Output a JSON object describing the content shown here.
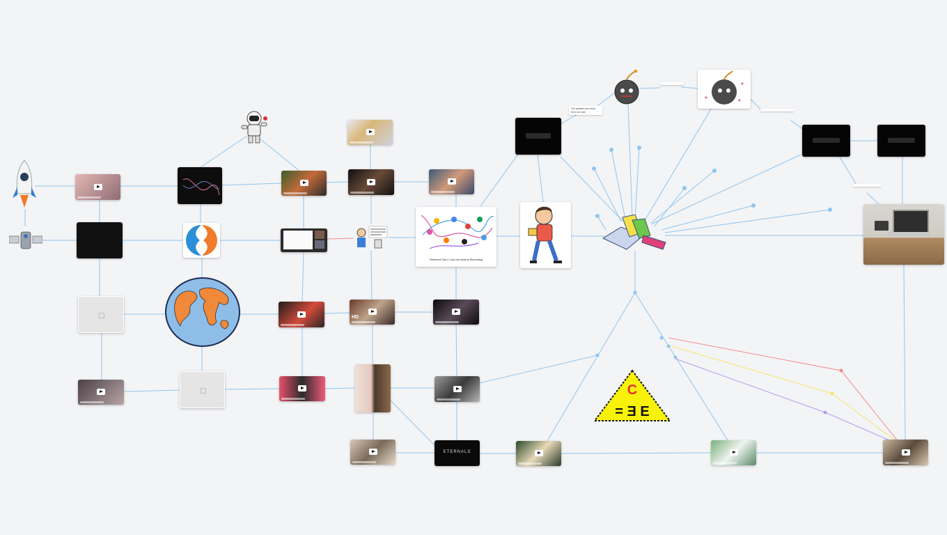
{
  "canvas": {
    "background": "#f3f4f6",
    "edge_color": "#8ec5ee",
    "edge_red": "#f28b8b",
    "edge_yellow": "#f5e56b",
    "edge_purple": "#b79af0"
  },
  "diagram": {
    "triangle_label_top": "C",
    "triangle_label_bottom": "= Ǝ E",
    "movie_title": "ETERNALS",
    "video_badge": "HD",
    "mindmap_caption": "Reference Tips x 3 dot com Note-to Reccording",
    "info_card": "Get updates and news from our cast"
  }
}
